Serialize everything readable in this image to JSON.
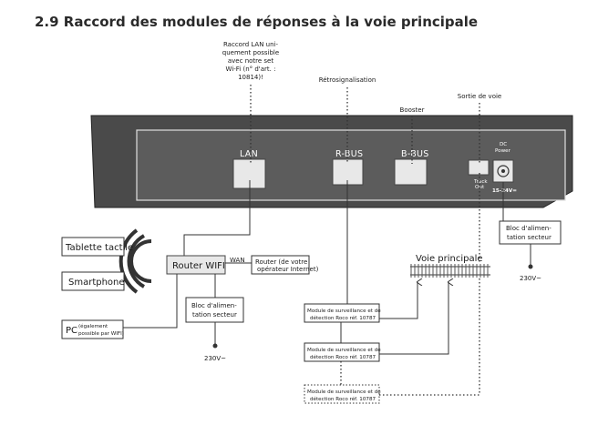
{
  "title": "2.9 Raccord des modules de réponses à la voie principale",
  "annotations": {
    "lan_note": [
      "Raccord LAN uni-",
      "quement possible",
      "avec notre set",
      "Wi-Fi (n° d'art. :",
      "10814)!"
    ],
    "retrosignal": "Rétrosignalisation",
    "booster": "Booster",
    "sortie": "Sortie de voie"
  },
  "ports": {
    "lan": "LAN",
    "rbus": "R-BUS",
    "bbus": "B-BUS",
    "track": [
      "Track",
      "Out"
    ],
    "dc": [
      "DC",
      "Power"
    ],
    "voltage": "15-24V="
  },
  "devices": {
    "tablet": "Tablette tactile",
    "smartphone": "Smartphone",
    "pc": "PC",
    "pc_note": [
      "(également",
      "possible par WIFI)"
    ],
    "router": "Router WIFI",
    "wan": "WAN",
    "isp_router": [
      "Router (de votre",
      "opérateur Internet)"
    ],
    "psu_router": [
      "Bloc d'alimen-",
      "tation secteur"
    ],
    "psu_main": [
      "Bloc d'alimen-",
      "tation secteur"
    ],
    "volt_router": "230V~",
    "volt_main": "230V~",
    "track_label": "Voie principale"
  },
  "modules": [
    [
      "Module de surveillance et de",
      "détection Roco réf. 10787"
    ],
    [
      "Module de surveillance et de",
      "détection Roco réf. 10787"
    ],
    [
      "Module de surveillance et de",
      "détection Roco réf. 10787"
    ]
  ]
}
